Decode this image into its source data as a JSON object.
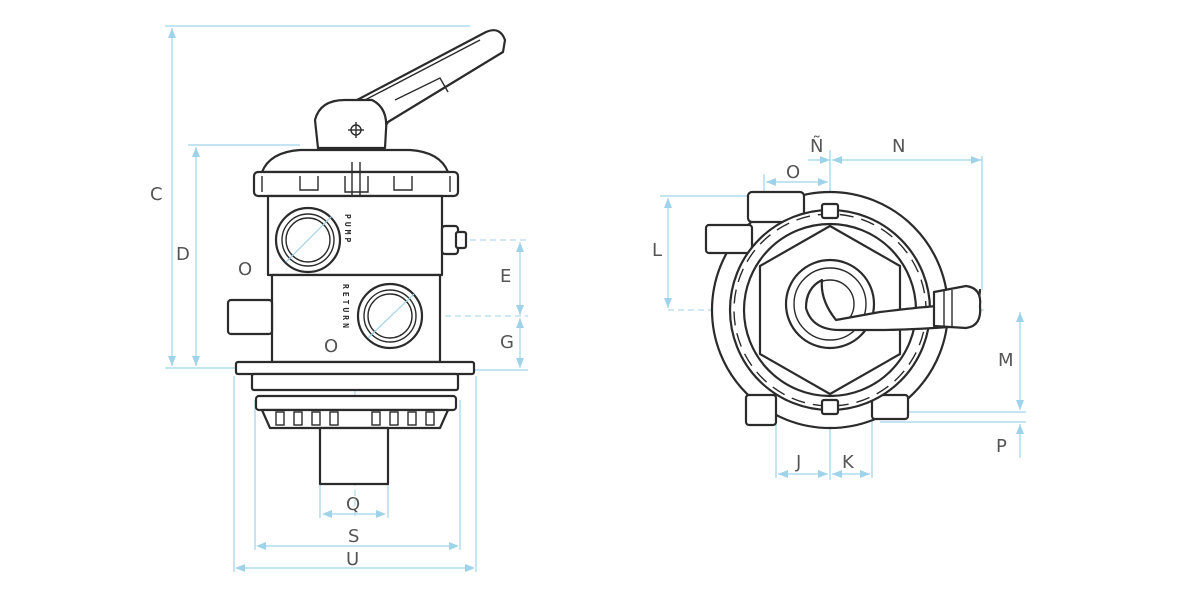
{
  "colors": {
    "dimension": "#9fd3ea",
    "outline": "#2b2b2b",
    "label": "#555555"
  },
  "side_view": {
    "labels": {
      "C": "C",
      "D": "D",
      "E": "E",
      "G": "G",
      "O_top": "O",
      "O_bottom": "O",
      "Q": "Q",
      "S": "S",
      "U": "U"
    },
    "port_labels": {
      "pump": "PUMP",
      "return": "RETURN"
    }
  },
  "top_view": {
    "labels": {
      "N_tilde": "Ñ",
      "N": "N",
      "O": "O",
      "L": "L",
      "M": "M",
      "P": "P",
      "J": "J",
      "K": "K"
    }
  }
}
